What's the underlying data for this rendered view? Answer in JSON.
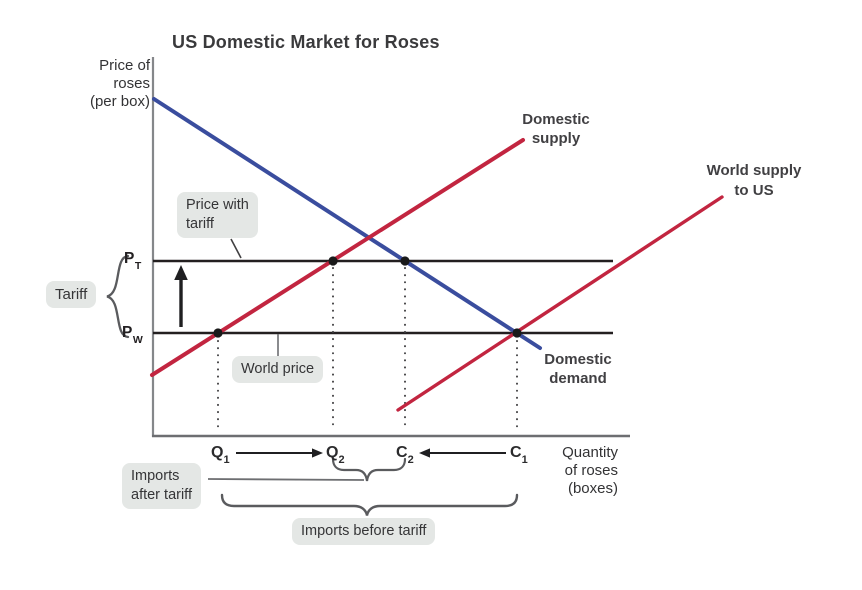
{
  "title": "US Domestic Market for Roses",
  "y_axis": {
    "label_lines": [
      "Price of",
      "roses",
      "(per box)"
    ]
  },
  "x_axis": {
    "label_lines": [
      "Quantity",
      "of roses",
      "(boxes)"
    ]
  },
  "curves": {
    "domestic_supply": {
      "label_lines": [
        "Domestic",
        "supply"
      ]
    },
    "domestic_demand": {
      "label_lines": [
        "Domestic",
        "demand"
      ]
    },
    "world_supply": {
      "label_lines": [
        "World supply",
        "to US"
      ]
    }
  },
  "price_points": {
    "pt": {
      "base": "P",
      "sub": "T"
    },
    "pw": {
      "base": "P",
      "sub": "W"
    }
  },
  "quantity_points": {
    "q1": {
      "base": "Q",
      "sub": "1"
    },
    "q2": {
      "base": "Q",
      "sub": "2"
    },
    "c2": {
      "base": "C",
      "sub": "2"
    },
    "c1": {
      "base": "C",
      "sub": "1"
    }
  },
  "annotations": {
    "tariff": "Tariff",
    "price_with_tariff_lines": [
      "Price with",
      "tariff"
    ],
    "world_price": "World price",
    "imports_after_tariff_lines": [
      "Imports",
      "after tariff"
    ],
    "imports_before_tariff": "Imports before tariff"
  },
  "colors": {
    "demand_line": "#3a4d9e",
    "supply_line": "#c22540",
    "world_supply_line": "#c22540",
    "price_line": "#231f20",
    "y_axis": "#85878a",
    "x_axis": "#6d6e71",
    "dot": "#1a1a1a",
    "dotted_guide": "#414042",
    "arrow": "#1f1f21",
    "brace": "#5a5b5e",
    "leader": "#6d6e71",
    "label_box_bg": "#e4e7e5"
  },
  "chart_data": {
    "type": "line",
    "title": "US Domestic Market for Roses",
    "xlabel": "Quantity of roses (boxes)",
    "ylabel": "Price of roses (per box)",
    "axis_units": "relative 0-100 (no numeric ticks shown)",
    "series": [
      {
        "name": "Domestic demand",
        "points": [
          [
            0,
            89
          ],
          [
            81,
            23
          ]
        ]
      },
      {
        "name": "Domestic supply",
        "points": [
          [
            0,
            16
          ],
          [
            78,
            78
          ]
        ]
      },
      {
        "name": "World supply to US",
        "points": [
          [
            51,
            7
          ],
          [
            119,
            63
          ]
        ]
      }
    ],
    "horizontal_price_lines": [
      {
        "name": "PT (price with tariff)",
        "y": 46
      },
      {
        "name": "PW (world price)",
        "y": 27
      }
    ],
    "x_tick_labels": [
      {
        "name": "Q1",
        "x": 14
      },
      {
        "name": "Q2",
        "x": 38
      },
      {
        "name": "C2",
        "x": 53
      },
      {
        "name": "C1",
        "x": 76
      }
    ],
    "intersection_dots": [
      {
        "at": "supply x PT",
        "x": 38,
        "y": 46
      },
      {
        "at": "demand x PT",
        "x": 53,
        "y": 46
      },
      {
        "at": "supply x PW",
        "x": 14,
        "y": 27
      },
      {
        "at": "demand x PW x world supply",
        "x": 76,
        "y": 27
      }
    ],
    "annotations": [
      "Tariff = gap between PT and PW",
      "Imports after tariff span Q2 to C2",
      "Imports before tariff span Q1 to C1"
    ],
    "legend_position": "labels adjacent to curves",
    "grid": false
  }
}
